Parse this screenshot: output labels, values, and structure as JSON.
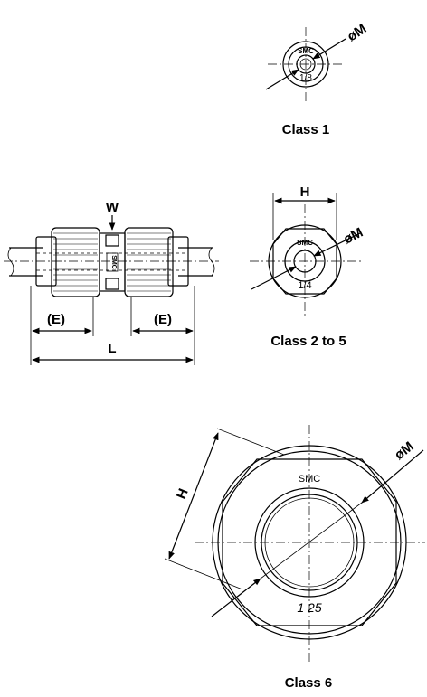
{
  "views": {
    "class1": {
      "caption": "Class 1",
      "dim_m": "øM",
      "brand": "SMC",
      "size_mark": "1/8"
    },
    "side": {
      "dim_w": "W",
      "dim_e_left": "(E)",
      "dim_e_right": "(E)",
      "dim_l": "L",
      "brand": "SMC"
    },
    "class2to5": {
      "caption": "Class 2 to 5",
      "dim_h": "H",
      "dim_m": "øM",
      "brand": "SMC",
      "size_mark": "1/4"
    },
    "class6": {
      "caption": "Class 6",
      "dim_h": "H",
      "dim_m": "øM",
      "brand": "SMC",
      "size_mark": "1 25"
    }
  }
}
